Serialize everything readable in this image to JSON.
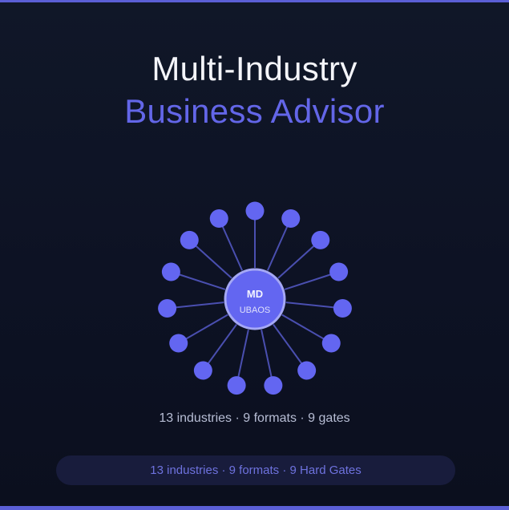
{
  "heading": {
    "line1": "Multi-Industry",
    "line2": "Business Advisor"
  },
  "hub": {
    "initials": "MD",
    "label": "UBAOS"
  },
  "network": {
    "node_count": 15
  },
  "stats_line": "13 industries · 9 formats · 9 gates",
  "footer_pill": "13 industries · 9 formats · 9 Hard Gates",
  "colors": {
    "accent": "#6366e8",
    "node": "#6366f1",
    "spoke": "#4a4fb0",
    "background": "#0d1224",
    "border": "#5b5fd6"
  }
}
